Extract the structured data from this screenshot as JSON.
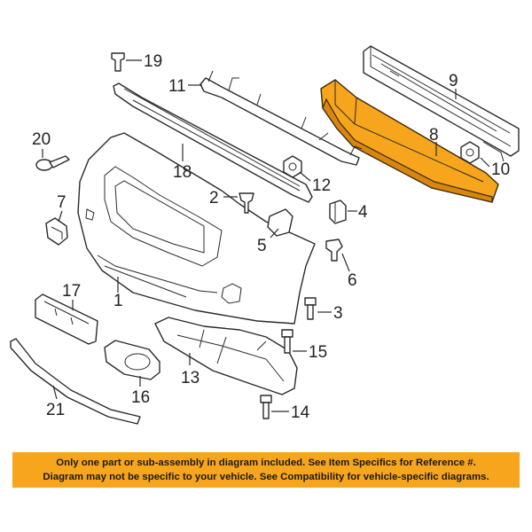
{
  "callouts": [
    "1",
    "2",
    "3",
    "4",
    "5",
    "6",
    "7",
    "8",
    "9",
    "10",
    "11",
    "12",
    "13",
    "14",
    "15",
    "16",
    "17",
    "18",
    "19",
    "20",
    "21"
  ],
  "highlighted_part": "8",
  "colors": {
    "highlight": "#f7a51c",
    "banner": "#f7a51c",
    "line": "#2a2a2a"
  },
  "notice": {
    "line1": "Only one part or sub-assembly in diagram included. See Item Specifics for Reference #.",
    "line2": "Diagram may not be specific to your vehicle. See Compatibility for vehicle-specific diagrams."
  }
}
